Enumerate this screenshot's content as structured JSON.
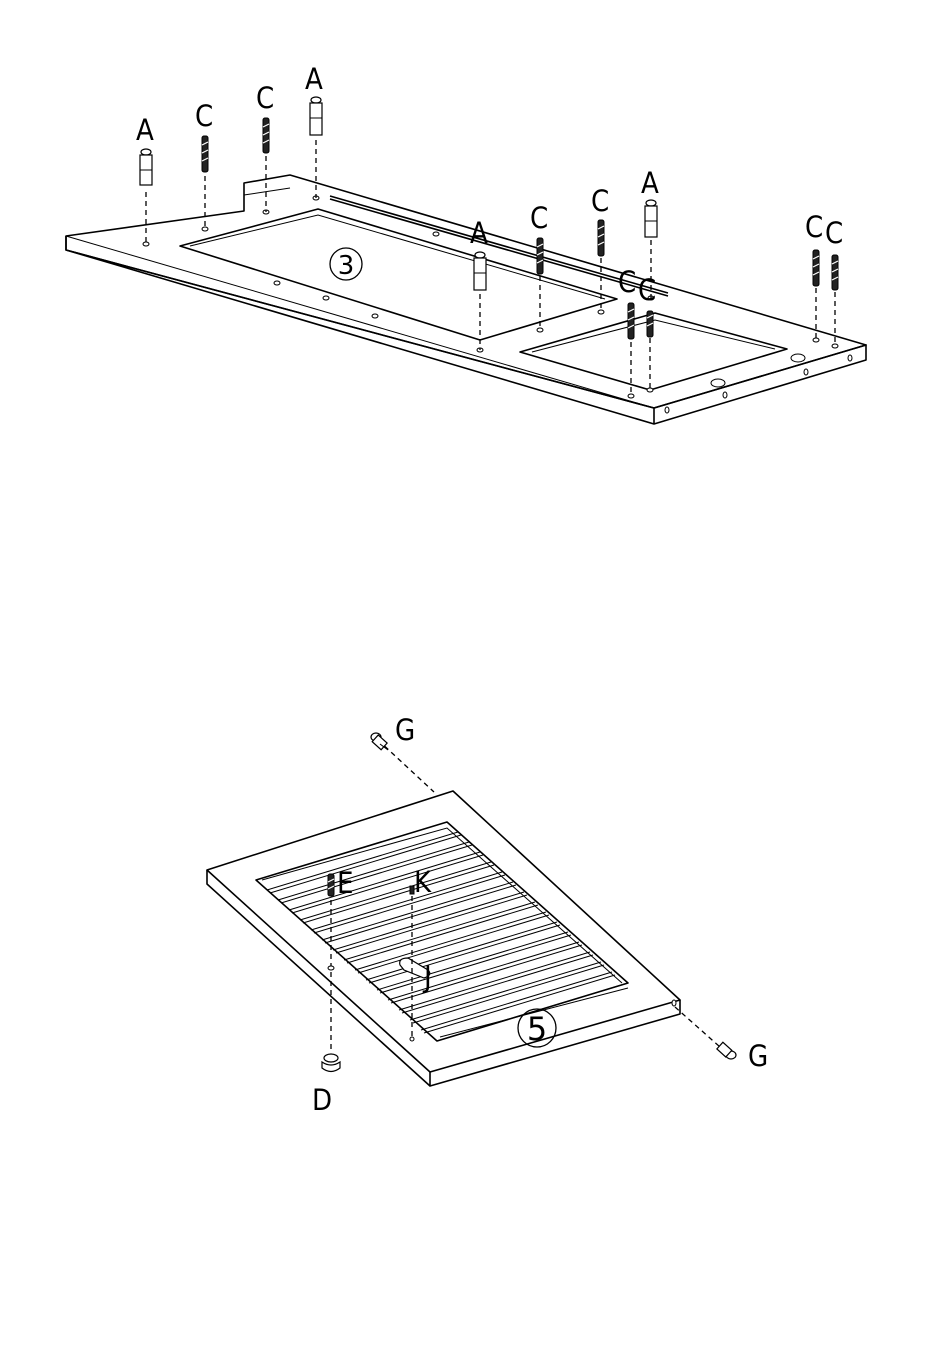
{
  "diagram_top": {
    "panel_number": "3",
    "labels": {
      "A": "A",
      "C": "C"
    }
  },
  "diagram_bottom": {
    "panel_number": "5",
    "labels": {
      "G": "G",
      "E": "E",
      "K": "K",
      "J": "J",
      "D": "D"
    }
  }
}
